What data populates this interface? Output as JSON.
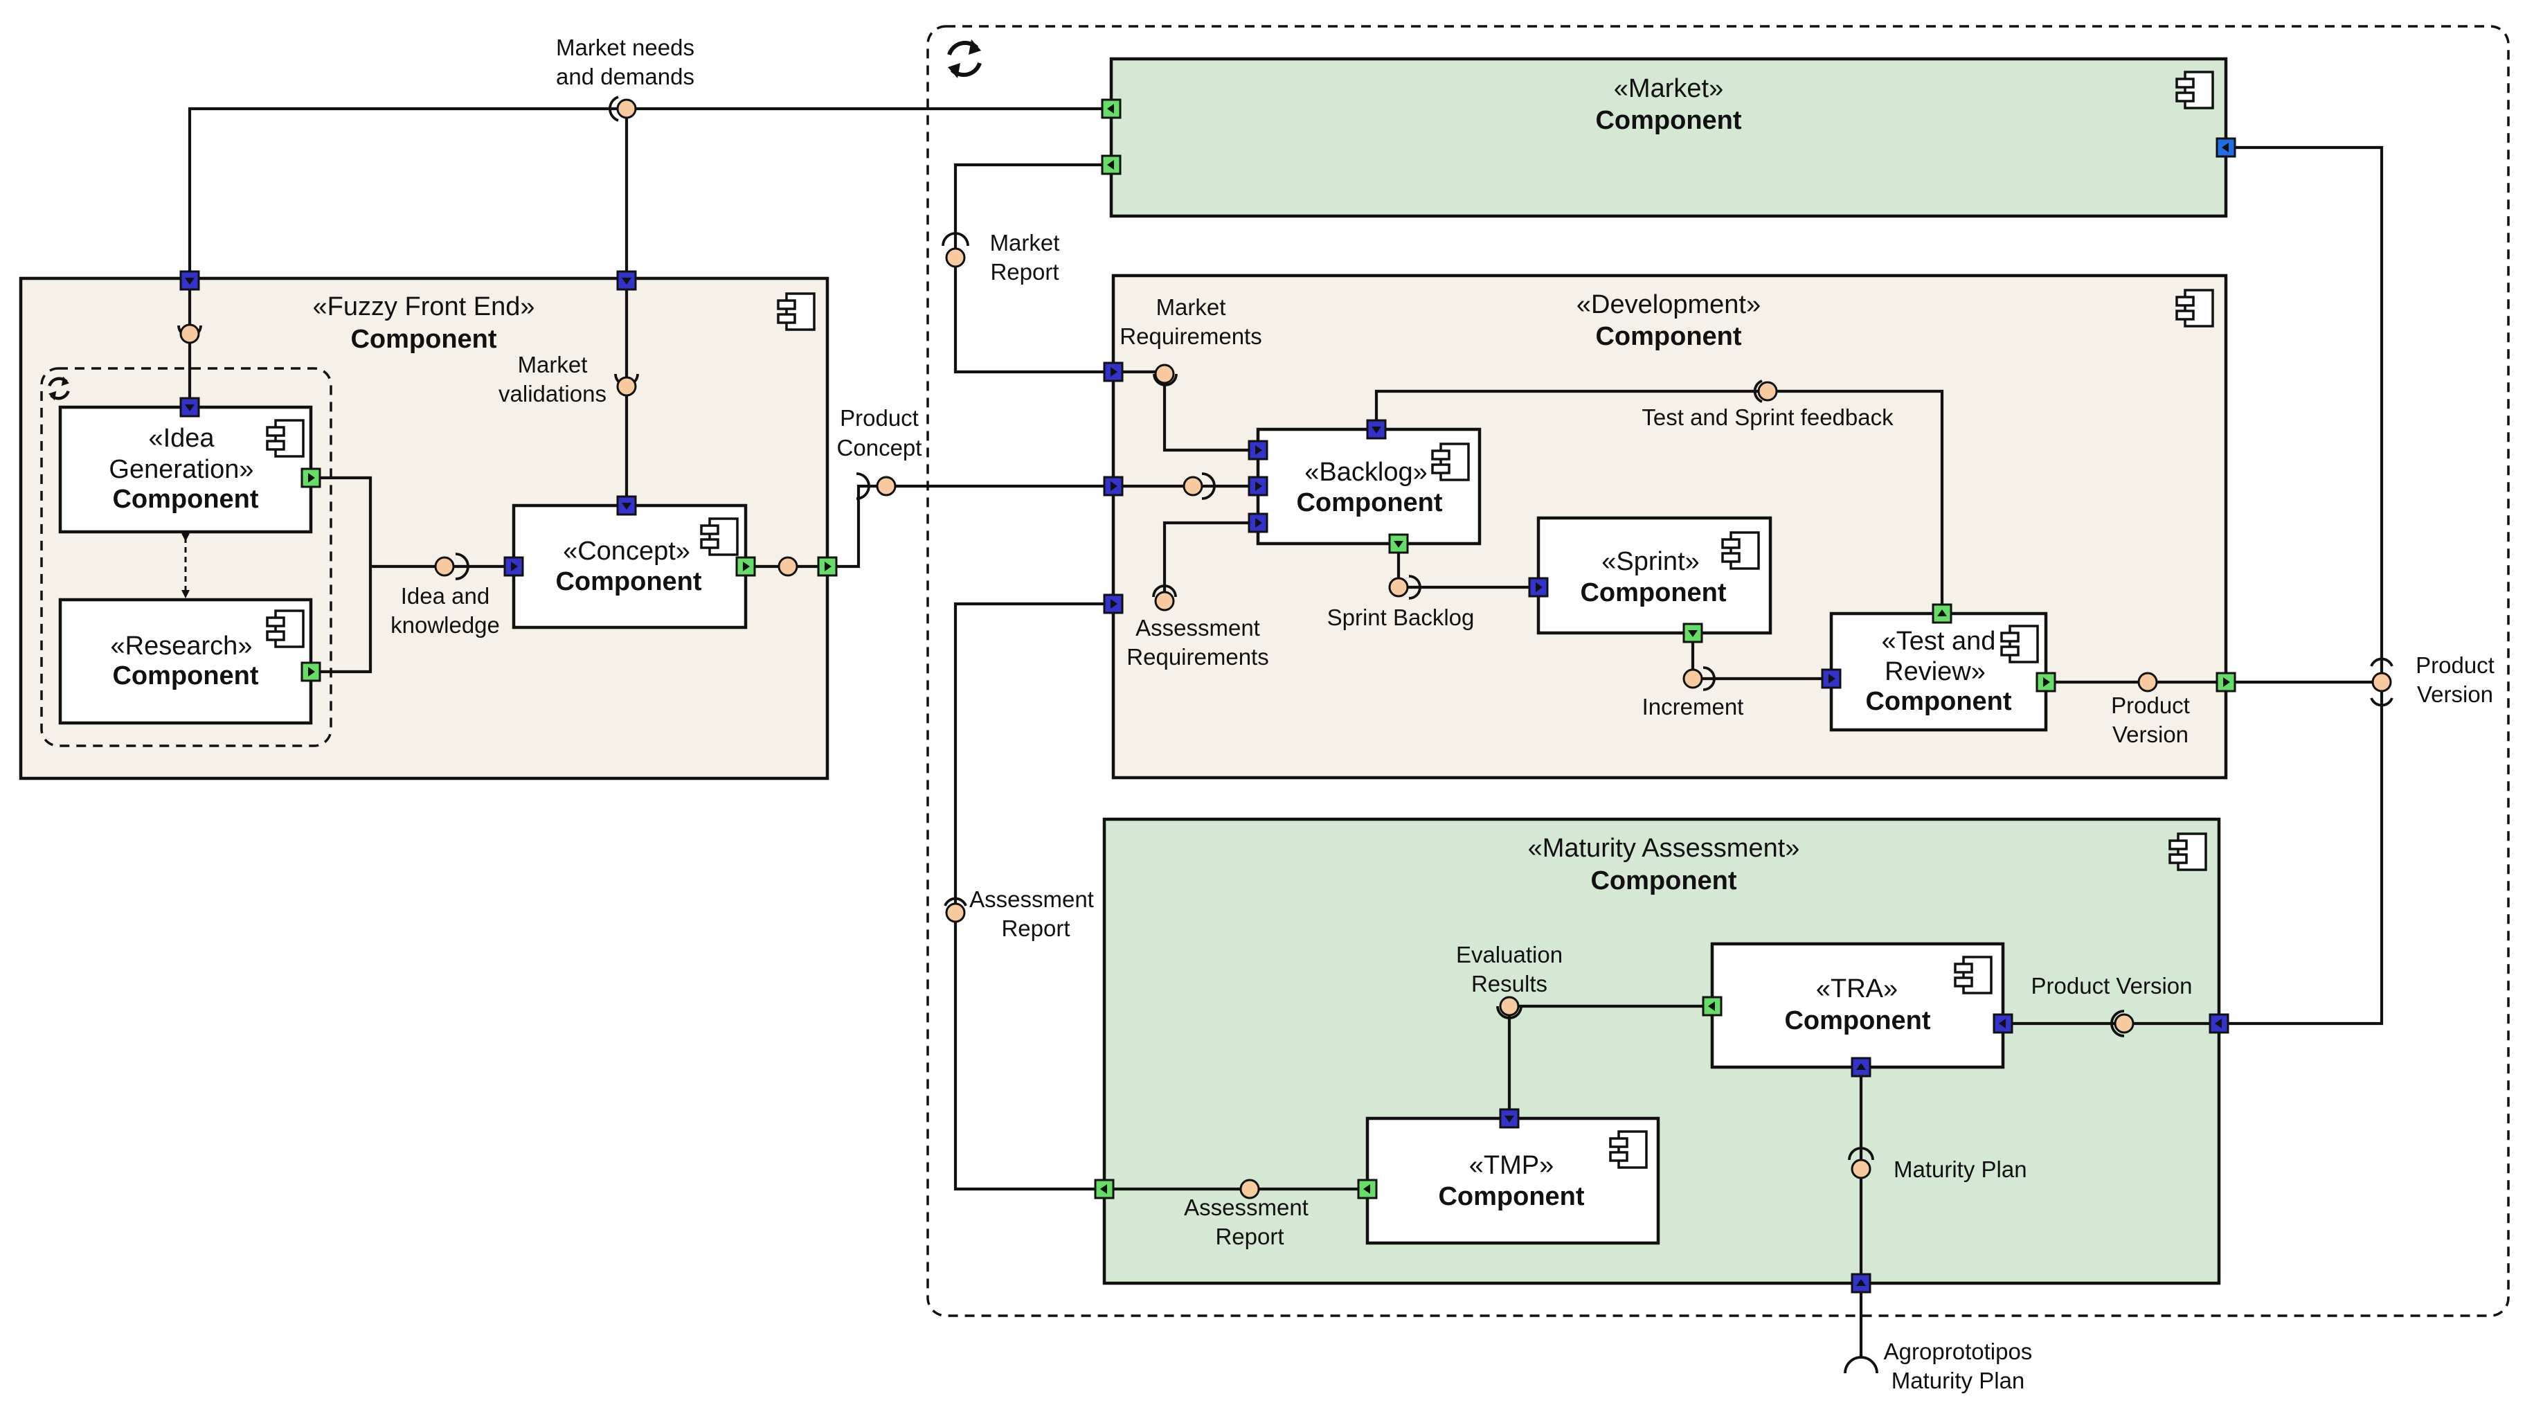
{
  "colors": {
    "beige": "#f6f1e8",
    "green": "#d5e8d4",
    "white": "#ffffff",
    "port_blue": "#3333cc",
    "port_green": "#66dd66",
    "port_bright_blue": "#1f6ee8",
    "lollipop": "#f7caa0",
    "line": "#111111"
  },
  "components": {
    "fuzzy": {
      "stereotype": "«Fuzzy Front End»",
      "name": "Component"
    },
    "idea": {
      "stereotype_line1": "«Idea",
      "stereotype_line2": "Generation»",
      "name": "Component"
    },
    "research": {
      "stereotype": "«Research»",
      "name": "Component"
    },
    "concept": {
      "stereotype": "«Concept»",
      "name": "Component"
    },
    "market": {
      "stereotype": "«Market»",
      "name": "Component"
    },
    "development": {
      "stereotype": "«Development»",
      "name": "Component"
    },
    "backlog": {
      "stereotype": "«Backlog»",
      "name": "Component"
    },
    "sprint": {
      "stereotype": "«Sprint»",
      "name": "Component"
    },
    "test_review": {
      "stereotype_line1": "«Test and",
      "stereotype_line2": "Review»",
      "name": "Component"
    },
    "maturity": {
      "stereotype": "«Maturity Assessment»",
      "name": "Component"
    },
    "tra": {
      "stereotype": "«TRA»",
      "name": "Component"
    },
    "tmp": {
      "stereotype": "«TMP»",
      "name": "Component"
    }
  },
  "labels": {
    "market_needs": [
      "Market needs",
      "and demands"
    ],
    "market_validations": [
      "Market",
      "validations"
    ],
    "idea_knowledge": [
      "Idea and",
      "knowledge"
    ],
    "product_concept": [
      "Product",
      "Concept"
    ],
    "market_report": [
      "Market",
      "Report"
    ],
    "market_requirements": [
      "Market",
      "Requirements"
    ],
    "assessment_requirements": [
      "Assessment",
      "Requirements"
    ],
    "test_sprint_feedback": "Test and Sprint feedback",
    "sprint_backlog": "Sprint Backlog",
    "increment": "Increment",
    "product_version_dev": [
      "Product",
      "Version"
    ],
    "product_version_right": [
      "Product",
      "Version"
    ],
    "assessment_report_left": [
      "Assessment",
      "Report"
    ],
    "evaluation_results": [
      "Evaluation",
      "Results"
    ],
    "product_version_tra": "Product Version",
    "maturity_plan": "Maturity Plan",
    "assessment_report_inner": [
      "Assessment",
      "Report"
    ],
    "agroprototipos": [
      "Agroprototipos",
      "Maturity Plan"
    ]
  }
}
